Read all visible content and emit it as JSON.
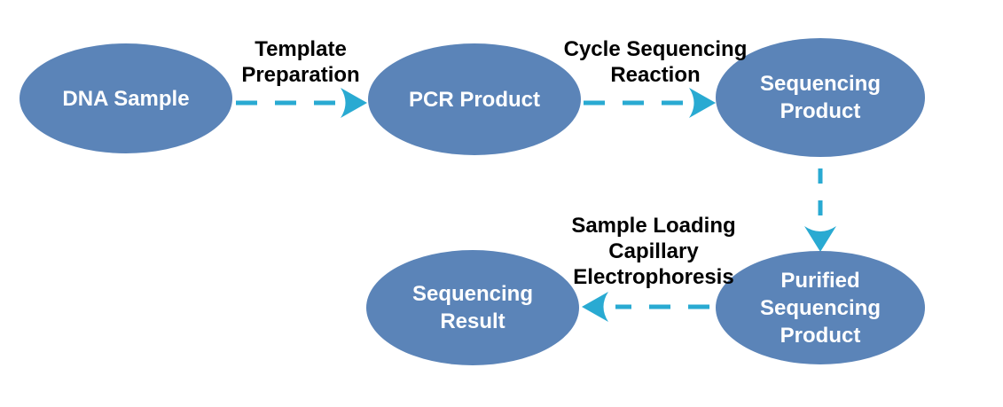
{
  "diagram": {
    "type": "flowchart",
    "colors": {
      "node_fill": "#5B84B8",
      "node_text": "#FFFFFF",
      "arrow": "#29AAD2",
      "label_text": "#000000",
      "background": "#FFFFFF"
    },
    "nodes": [
      {
        "id": "dna-sample",
        "label": "DNA Sample"
      },
      {
        "id": "pcr-product",
        "label": "PCR Product"
      },
      {
        "id": "sequencing-product",
        "label": "Sequencing\nProduct"
      },
      {
        "id": "purified-sequencing-product",
        "label": "Purified\nSequencing\nProduct"
      },
      {
        "id": "sequencing-result",
        "label": "Sequencing\nResult"
      }
    ],
    "edges": [
      {
        "from": "dna-sample",
        "to": "pcr-product",
        "label": "Template\nPreparation",
        "style": "dashed",
        "direction": "right"
      },
      {
        "from": "pcr-product",
        "to": "sequencing-product",
        "label": "Cycle Sequencing\nReaction",
        "style": "dashed",
        "direction": "right"
      },
      {
        "from": "sequencing-product",
        "to": "purified-sequencing-product",
        "style": "dashed",
        "direction": "down"
      },
      {
        "from": "purified-sequencing-product",
        "to": "sequencing-result",
        "label": "Sample Loading\nCapillary\nElectrophoresis",
        "style": "dashed",
        "direction": "left"
      }
    ]
  }
}
